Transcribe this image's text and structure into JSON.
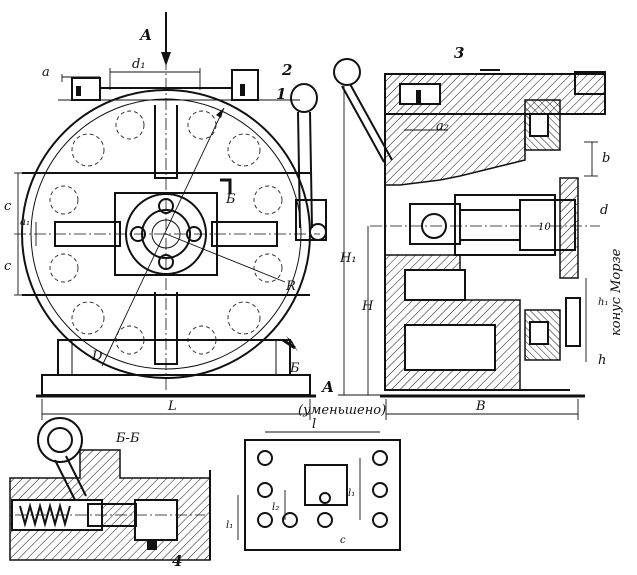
{
  "labels": {
    "view_arrow": "А",
    "view_title": "А",
    "view_note": "(уменьшено)",
    "section_title": "Б-Б",
    "section_mark": "Б",
    "section_mark_bottom": "Б",
    "morse_taper": "конус Морзе",
    "callout_1": "1",
    "callout_2": "2",
    "callout_3": "3",
    "callout_4": "4",
    "callout_10": "10",
    "dim_a": "a",
    "dim_d1": "d₁",
    "dim_c_upper": "c",
    "dim_a1": "a₁",
    "dim_c_lower": "c",
    "dim_D": "D",
    "dim_R": "R",
    "dim_L": "L",
    "dim_H1": "H₁",
    "dim_H": "H",
    "dim_a2": "a₂",
    "dim_b": "b",
    "dim_d": "d",
    "dim_h": "h",
    "dim_h1": "h₁",
    "dim_B": "B",
    "dim_l": "l",
    "dim_l1": "l₁",
    "dim_l2": "l₂",
    "dim_lower_l1": "l₁",
    "dim_c_plate": "c"
  }
}
